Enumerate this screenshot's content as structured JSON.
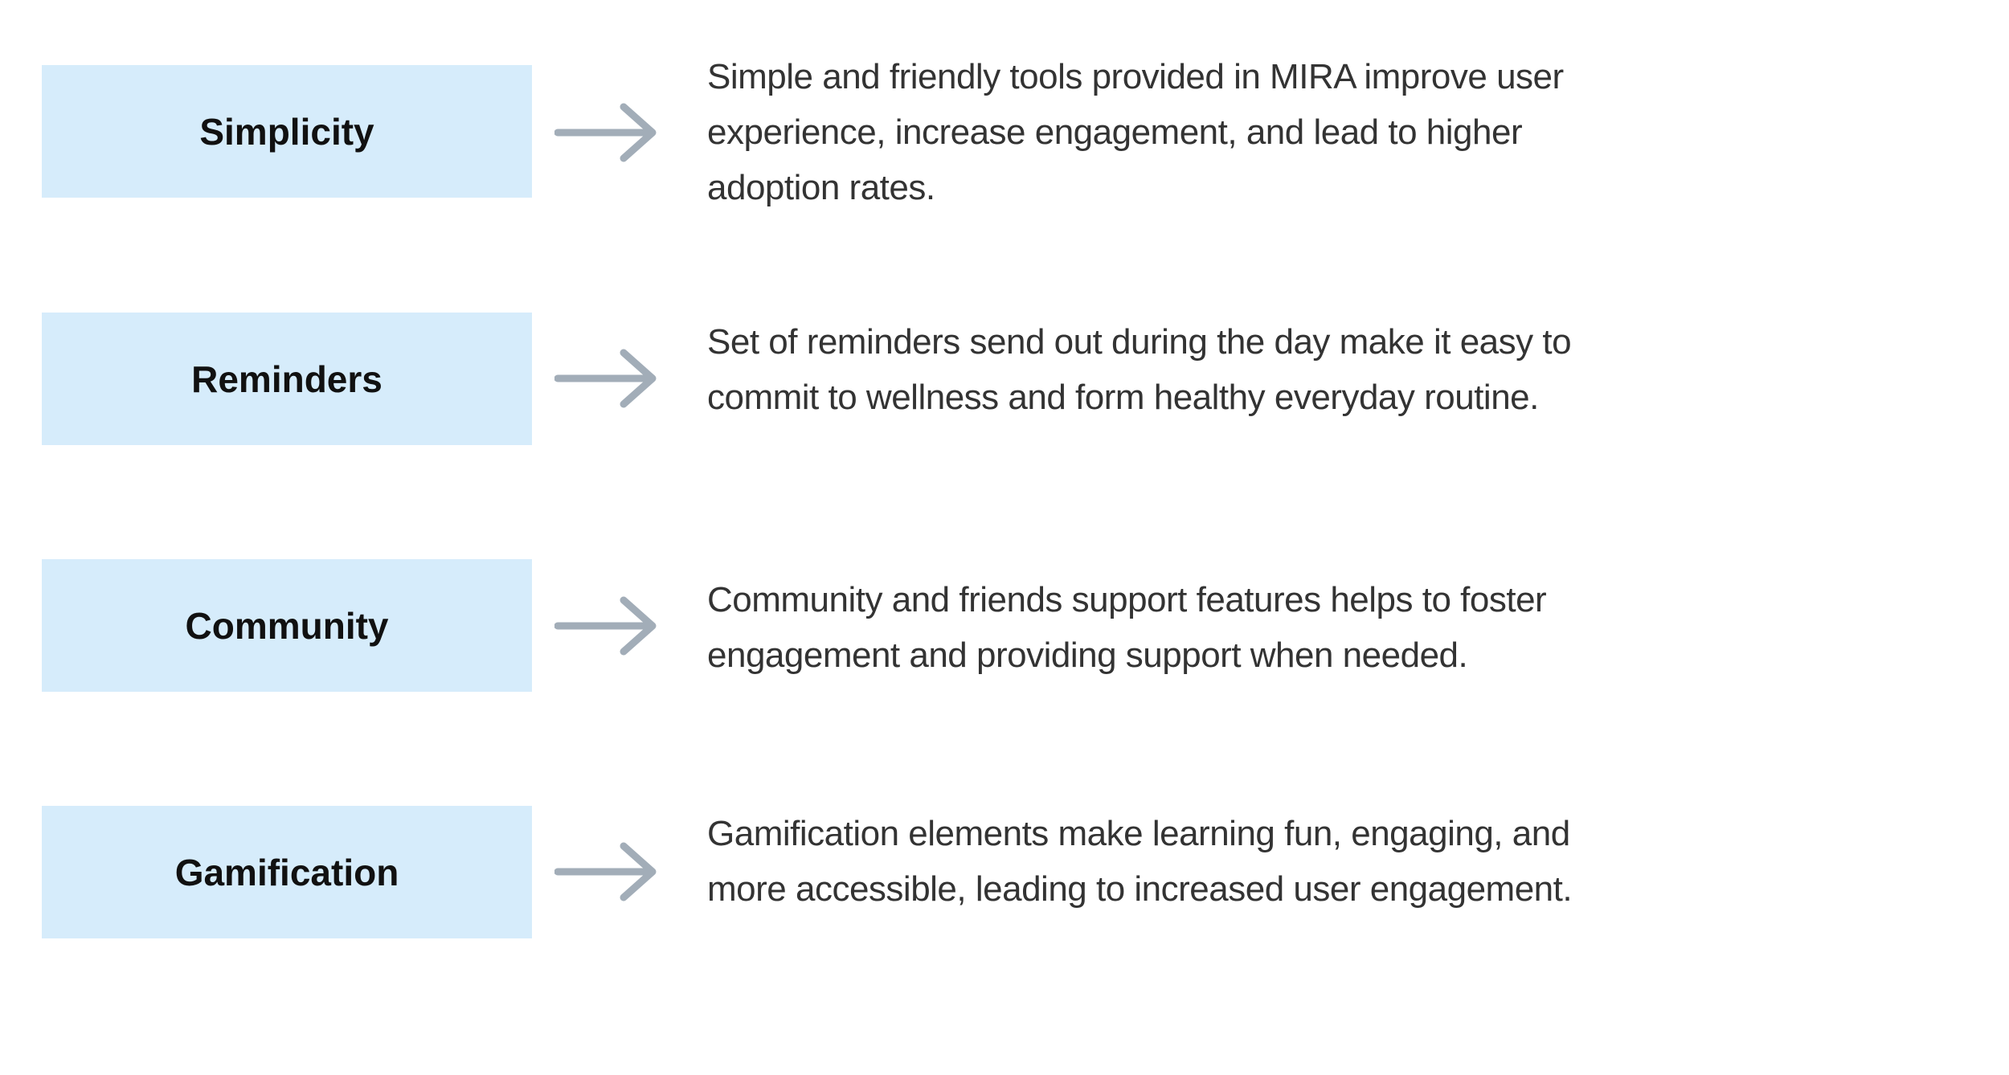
{
  "colors": {
    "box_fill": "#d6ecfb",
    "arrow": "#a2adb8",
    "label_text": "#111111",
    "description_text": "#333333"
  },
  "items": [
    {
      "label": "Simplicity",
      "description": "Simple and friendly tools provided in MIRA improve user experience, increase engagement, and lead to higher adoption rates."
    },
    {
      "label": "Reminders",
      "description": "Set of reminders send out during the day make it easy to commit to wellness and form healthy everyday routine."
    },
    {
      "label": "Community",
      "description": "Community and friends support features helps to foster engagement and providing support when needed."
    },
    {
      "label": "Gamification",
      "description": "Gamification elements make learning fun, engaging, and more accessible, leading to increased user engagement."
    }
  ]
}
